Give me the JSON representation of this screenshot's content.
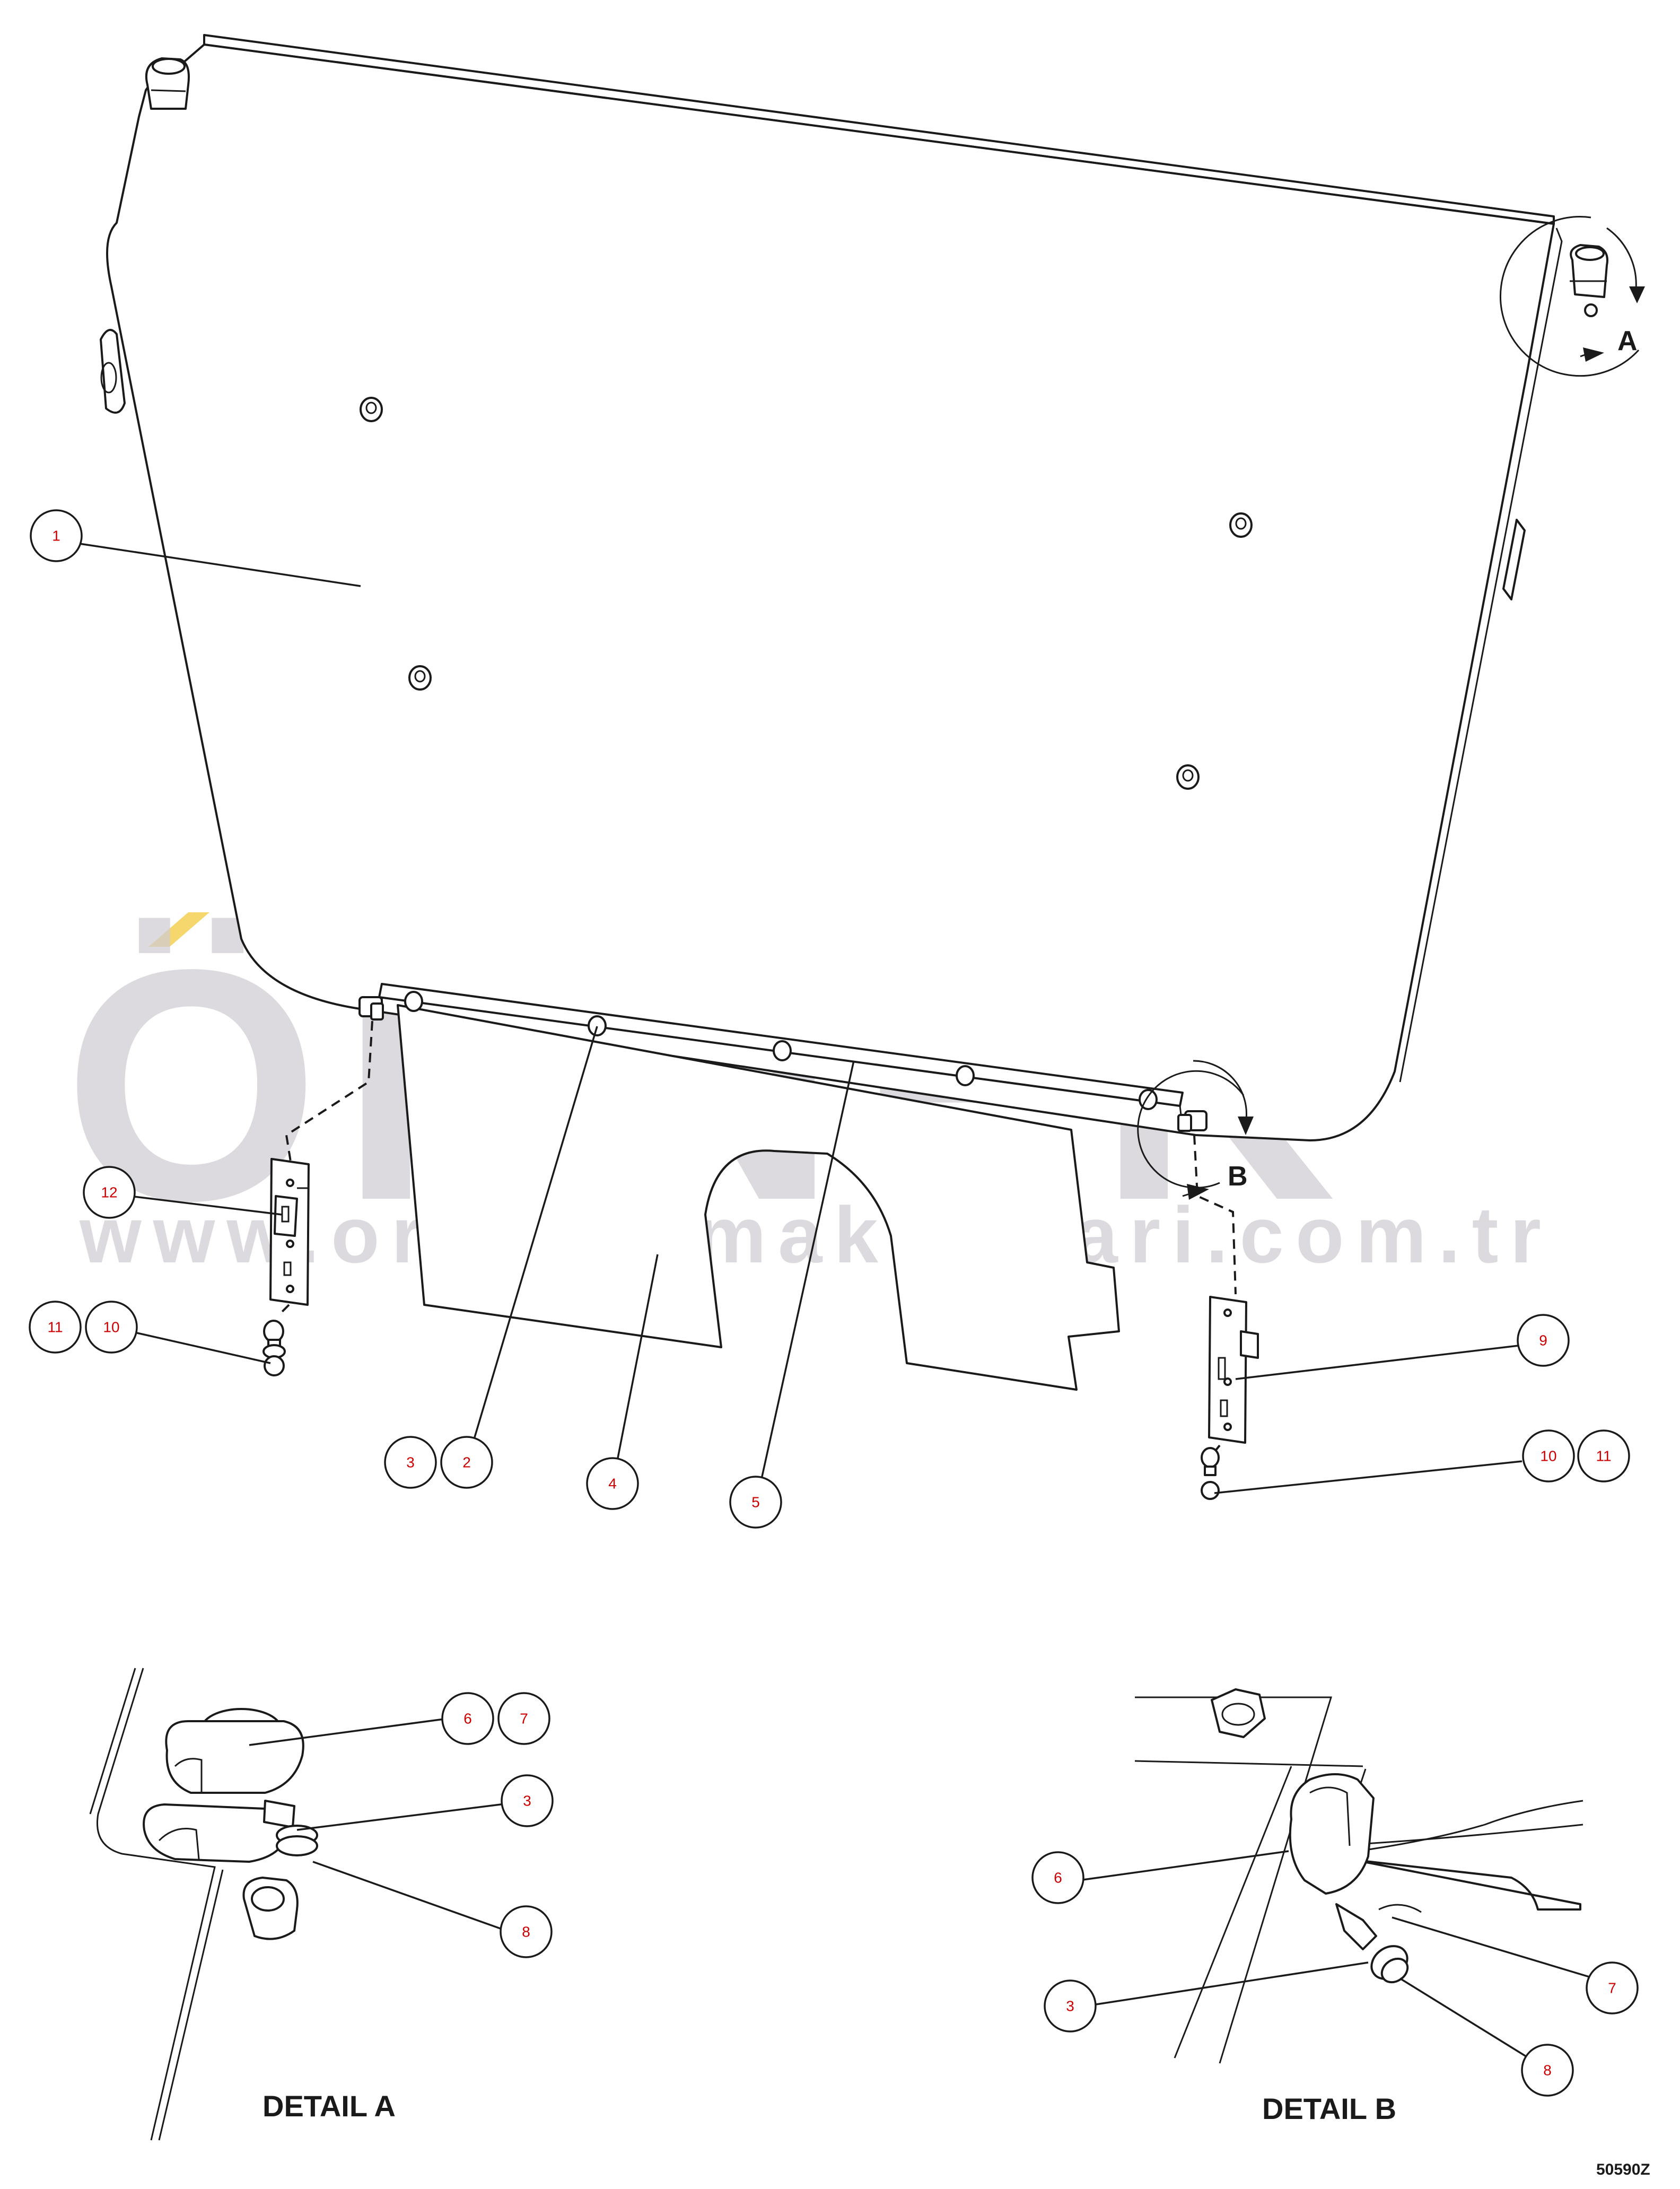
{
  "watermark": {
    "brand": "ÖRNEK",
    "url": "www.ornekismakinalari.com.tr",
    "accent_color": "#f5d76e",
    "text_color": "#cfcdd3"
  },
  "main_view": {
    "callouts": [
      "1",
      "12",
      "11",
      "10",
      "3",
      "2",
      "4",
      "5",
      "9",
      "10",
      "11"
    ],
    "detail_markers": {
      "a": "A",
      "b": "B"
    }
  },
  "detail_a": {
    "label": "DETAIL A",
    "callouts": [
      "6",
      "7",
      "3",
      "8"
    ]
  },
  "detail_b": {
    "label": "DETAIL B",
    "callouts": [
      "6",
      "7",
      "3",
      "8"
    ]
  },
  "drawing_number": "50590Z"
}
